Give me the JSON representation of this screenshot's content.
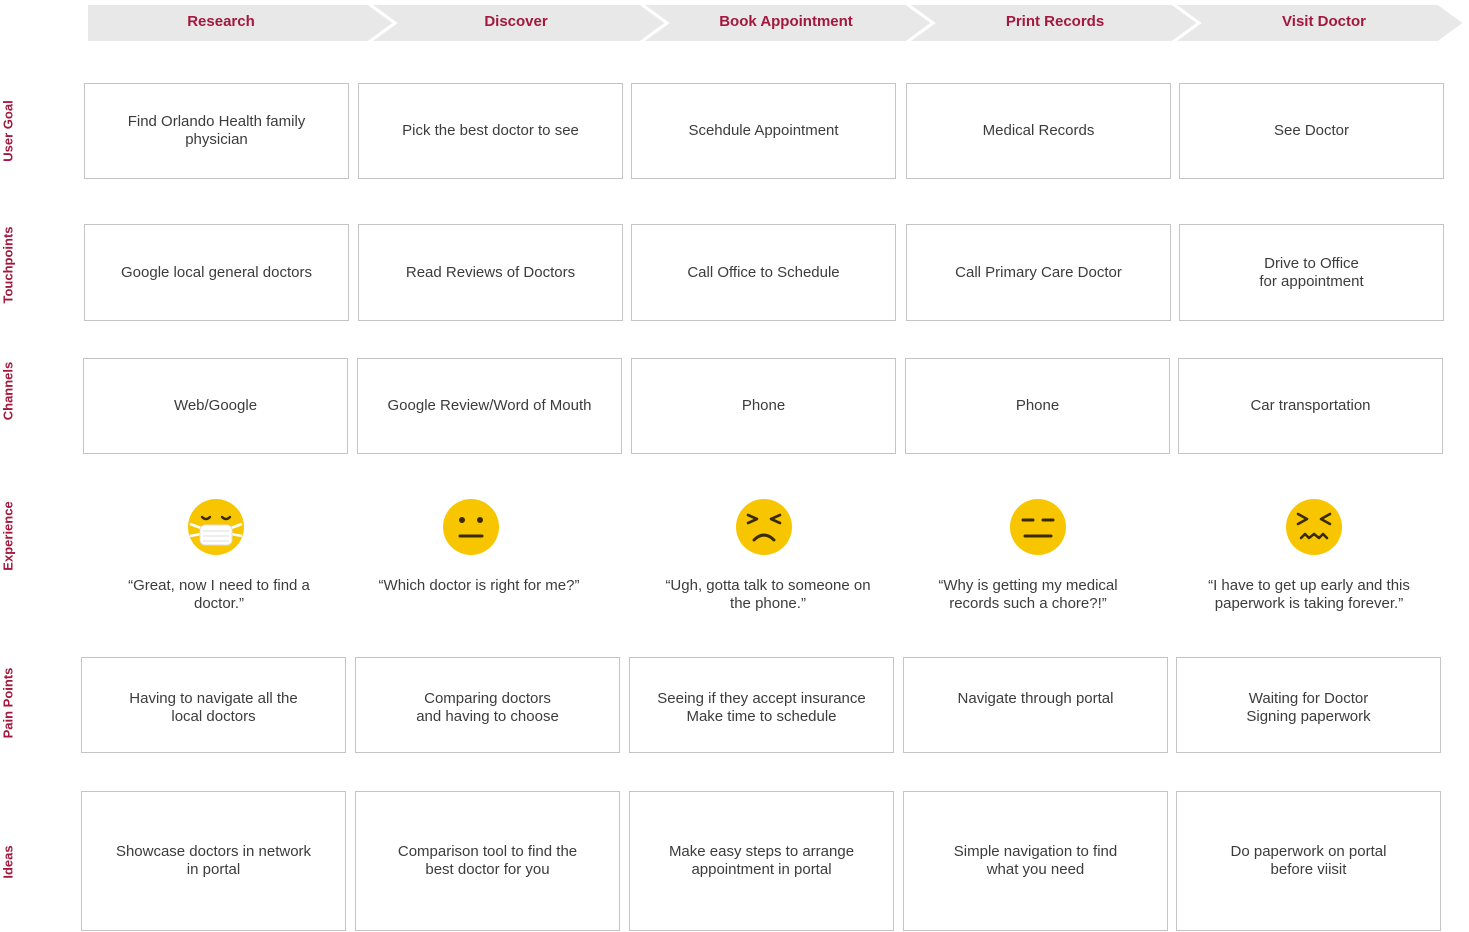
{
  "stages": [
    "Research",
    "Discover",
    "Book Appointment",
    "Print Records",
    "Visit Doctor"
  ],
  "row_labels": {
    "user_goal": "User Goal",
    "touchpoints": "Touchpoints",
    "channels": "Channels",
    "experience": "Experience",
    "pain_points": "Pain Points",
    "ideas": "Ideas"
  },
  "user_goal": [
    "Find Orlando Health family\nphysician",
    "Pick the best doctor to see",
    "Scehdule Appointment",
    "Medical Records",
    "See Doctor"
  ],
  "touchpoints": [
    "Google local general doctors",
    "Read Reviews of Doctors",
    "Call Office to Schedule",
    "Call Primary Care Doctor",
    "Drive to Office\nfor appointment"
  ],
  "channels": [
    "Web/Google",
    "Google Review/Word of Mouth",
    "Phone",
    "Phone",
    "Car transportation"
  ],
  "experience": {
    "faces": [
      "mask-face-icon",
      "neutral-face-icon",
      "confounded-face-icon",
      "expressionless-face-icon",
      "wavy-mouth-face-icon"
    ],
    "face_color": "#f7c600",
    "quotes": [
      "“Great, now I need to find a\ndoctor.”",
      "“Which doctor is right for me?”",
      "“Ugh, gotta talk to someone on\nthe phone.”",
      "“Why is getting my medical\nrecords such a chore?!”",
      "“I have to get up early and this\npaperwork is taking forever.”"
    ]
  },
  "pain_points": [
    "Having to navigate all the\nlocal doctors",
    "Comparing doctors\nand having to choose",
    "Seeing if they accept insurance\nMake time to schedule",
    "Navigate through portal",
    "Waiting for Doctor\nSigning paperwork"
  ],
  "ideas": [
    "Showcase doctors in network\nin portal",
    "Comparison tool to find the\nbest doctor for you",
    "Make easy steps to arrange\nappointment in portal",
    "Simple navigation to find\nwhat you need",
    "Do paperwork on portal\nbefore viisit"
  ],
  "colors": {
    "accent": "#a3183e",
    "stage_bar": "#e8e8e8",
    "border": "#c4c4c4",
    "text": "#3c3c3c",
    "face": "#f7c600"
  }
}
